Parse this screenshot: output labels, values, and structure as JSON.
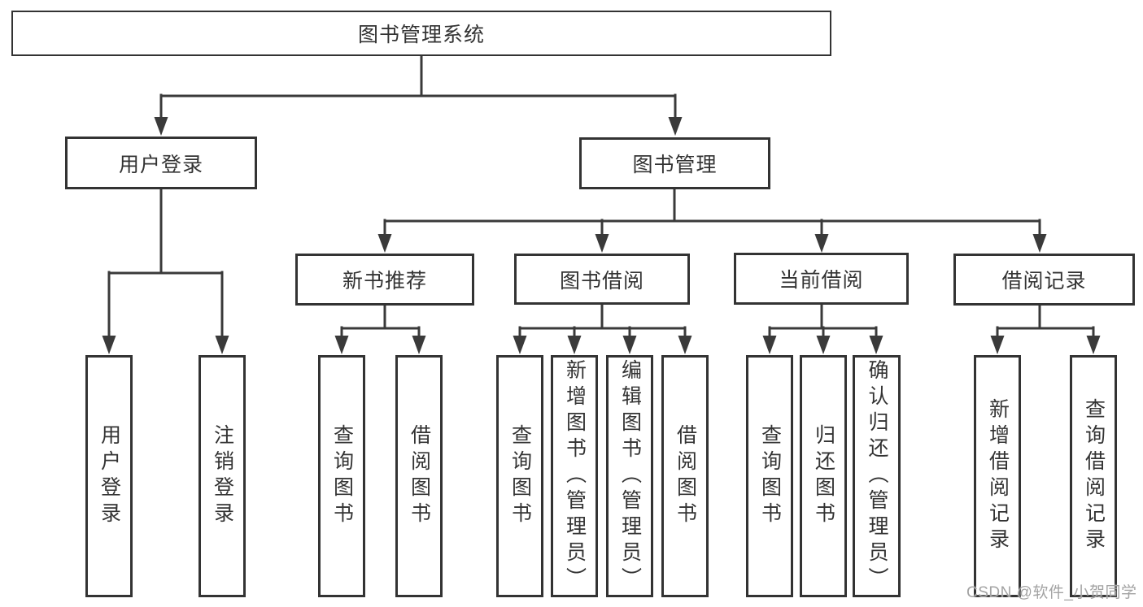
{
  "diagram_type": "hierarchy-tree",
  "colors": {
    "line": "#3a3a3a",
    "border": "#333333",
    "text": "#333333",
    "background": "#ffffff",
    "watermark": "#a3a3a3"
  },
  "watermark": {
    "text": "CSDN @软件_小贺同学"
  },
  "tree": {
    "label": "图书管理系统",
    "children": [
      {
        "label": "用户登录",
        "children": [
          {
            "label": "用户登录"
          },
          {
            "label": "注销登录"
          }
        ]
      },
      {
        "label": "图书管理",
        "children": [
          {
            "label": "新书推荐",
            "children": [
              {
                "label": "查询图书"
              },
              {
                "label": "借阅图书"
              }
            ]
          },
          {
            "label": "图书借阅",
            "children": [
              {
                "label": "查询图书"
              },
              {
                "label": "新增图书（管理员）"
              },
              {
                "label": "编辑图书（管理员）"
              },
              {
                "label": "借阅图书"
              }
            ]
          },
          {
            "label": "当前借阅",
            "children": [
              {
                "label": "查询图书"
              },
              {
                "label": "归还图书"
              },
              {
                "label": "确认归还（管理员）"
              }
            ]
          },
          {
            "label": "借阅记录",
            "children": [
              {
                "label": "新增借阅记录"
              },
              {
                "label": "查询借阅记录"
              }
            ]
          }
        ]
      }
    ]
  }
}
